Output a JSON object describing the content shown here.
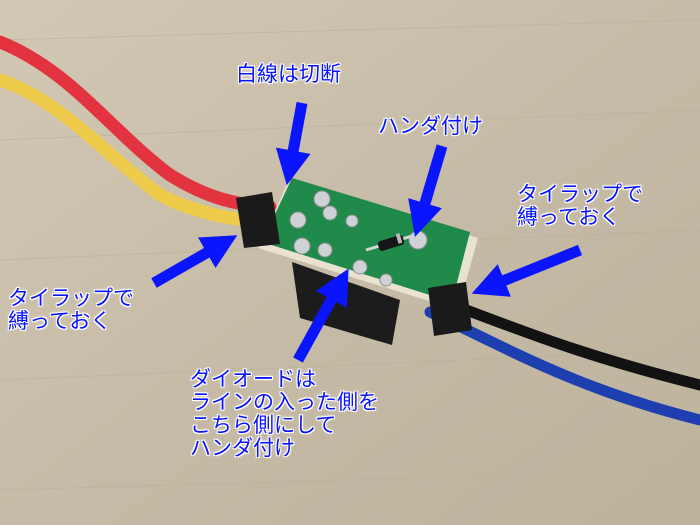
{
  "photo": {
    "subject": "green-pcb-with-diode-and-wires",
    "colors": {
      "cardboard": "#c9bea9",
      "pcb": "#1f8a4a",
      "wire_red": "#e2333f",
      "wire_yellow": "#eecb4a",
      "wire_blue": "#1d3fb0",
      "wire_black": "#121212",
      "annotation_blue": "#0a14ff"
    }
  },
  "annotations": {
    "white_wire_cut": "白線は切断",
    "solder_top": "ハンダ付け",
    "tie_wrap_right": "タイラップで\n縛っておく",
    "tie_wrap_left": "タイラップで\n縛っておく",
    "diode_note": "ダイオードは\nラインの入った側を\nこちら側にして\nハンダ付け"
  }
}
